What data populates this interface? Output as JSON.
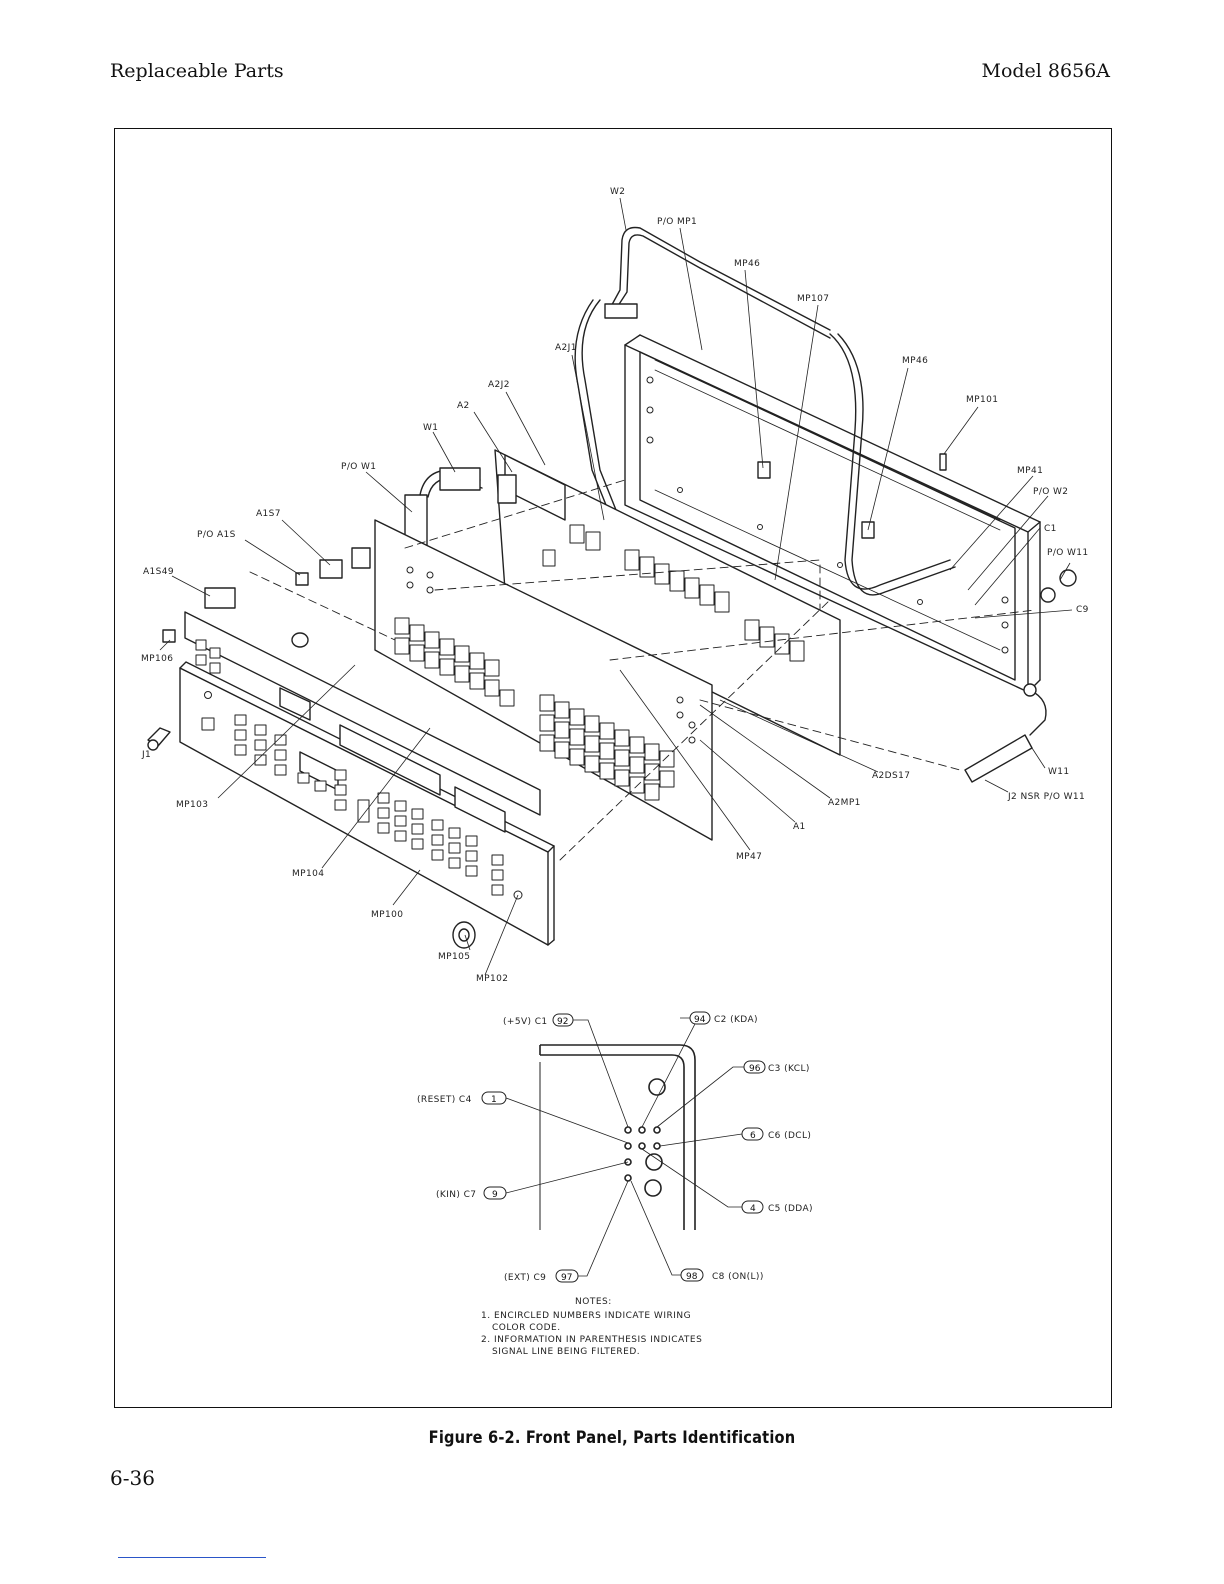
{
  "header": {
    "left": "Replaceable Parts",
    "right": "Model 8656A"
  },
  "callouts": {
    "w2": "W2",
    "po_mp1": "P/O MP1",
    "mp46_top": "MP46",
    "mp107": "MP107",
    "a2j1": "A2J1",
    "mp46_right": "MP46",
    "a2j2": "A2J2",
    "a2": "A2",
    "mp101": "MP101",
    "w1": "W1",
    "po_w1": "P/O W1",
    "mp41": "MP41",
    "po_w2": "P/O W2",
    "a1s7": "A1S7",
    "c1": "C1",
    "po_a1s": "P/O A1S",
    "po_w11": "P/O W11",
    "a1s49": "A1S49",
    "c9": "C9",
    "mp106": "MP106",
    "j1": "J1",
    "a2ds17": "A2DS17",
    "w11": "W11",
    "j2": "J2 NSR P/O W11",
    "a2mp1": "A2MP1",
    "mp103": "MP103",
    "a1": "A1",
    "mp47": "MP47",
    "mp104": "MP104",
    "mp100": "MP100",
    "mp105": "MP105",
    "mp102": "MP102"
  },
  "filter_inset": {
    "c1": {
      "signal": "(+5V) C1",
      "code": "92"
    },
    "c2": {
      "signal": "C2 (KDA)",
      "code": "94"
    },
    "c3": {
      "signal": "C3 (KCL)",
      "code": "96"
    },
    "c4": {
      "signal": "(RESET) C4",
      "code": "1"
    },
    "c6": {
      "signal": "C6 (DCL)",
      "code": "6"
    },
    "c7": {
      "signal": "(KIN) C7",
      "code": "9"
    },
    "c5": {
      "signal": "C5 (DDA)",
      "code": "4"
    },
    "c9": {
      "signal": "(EXT) C9",
      "code": "97"
    },
    "c8": {
      "signal": "C8 (ON(L))",
      "code": "98"
    }
  },
  "notes": {
    "title": "NOTES:",
    "line1": "1. ENCIRCLED NUMBERS INDICATE WIRING",
    "line2": "COLOR CODE.",
    "line3": "2. INFORMATION IN PARENTHESIS INDICATES",
    "line4": "SIGNAL LINE BEING FILTERED."
  },
  "caption": "Figure 6-2.  Front Panel, Parts Identification",
  "page_number": "6-36"
}
